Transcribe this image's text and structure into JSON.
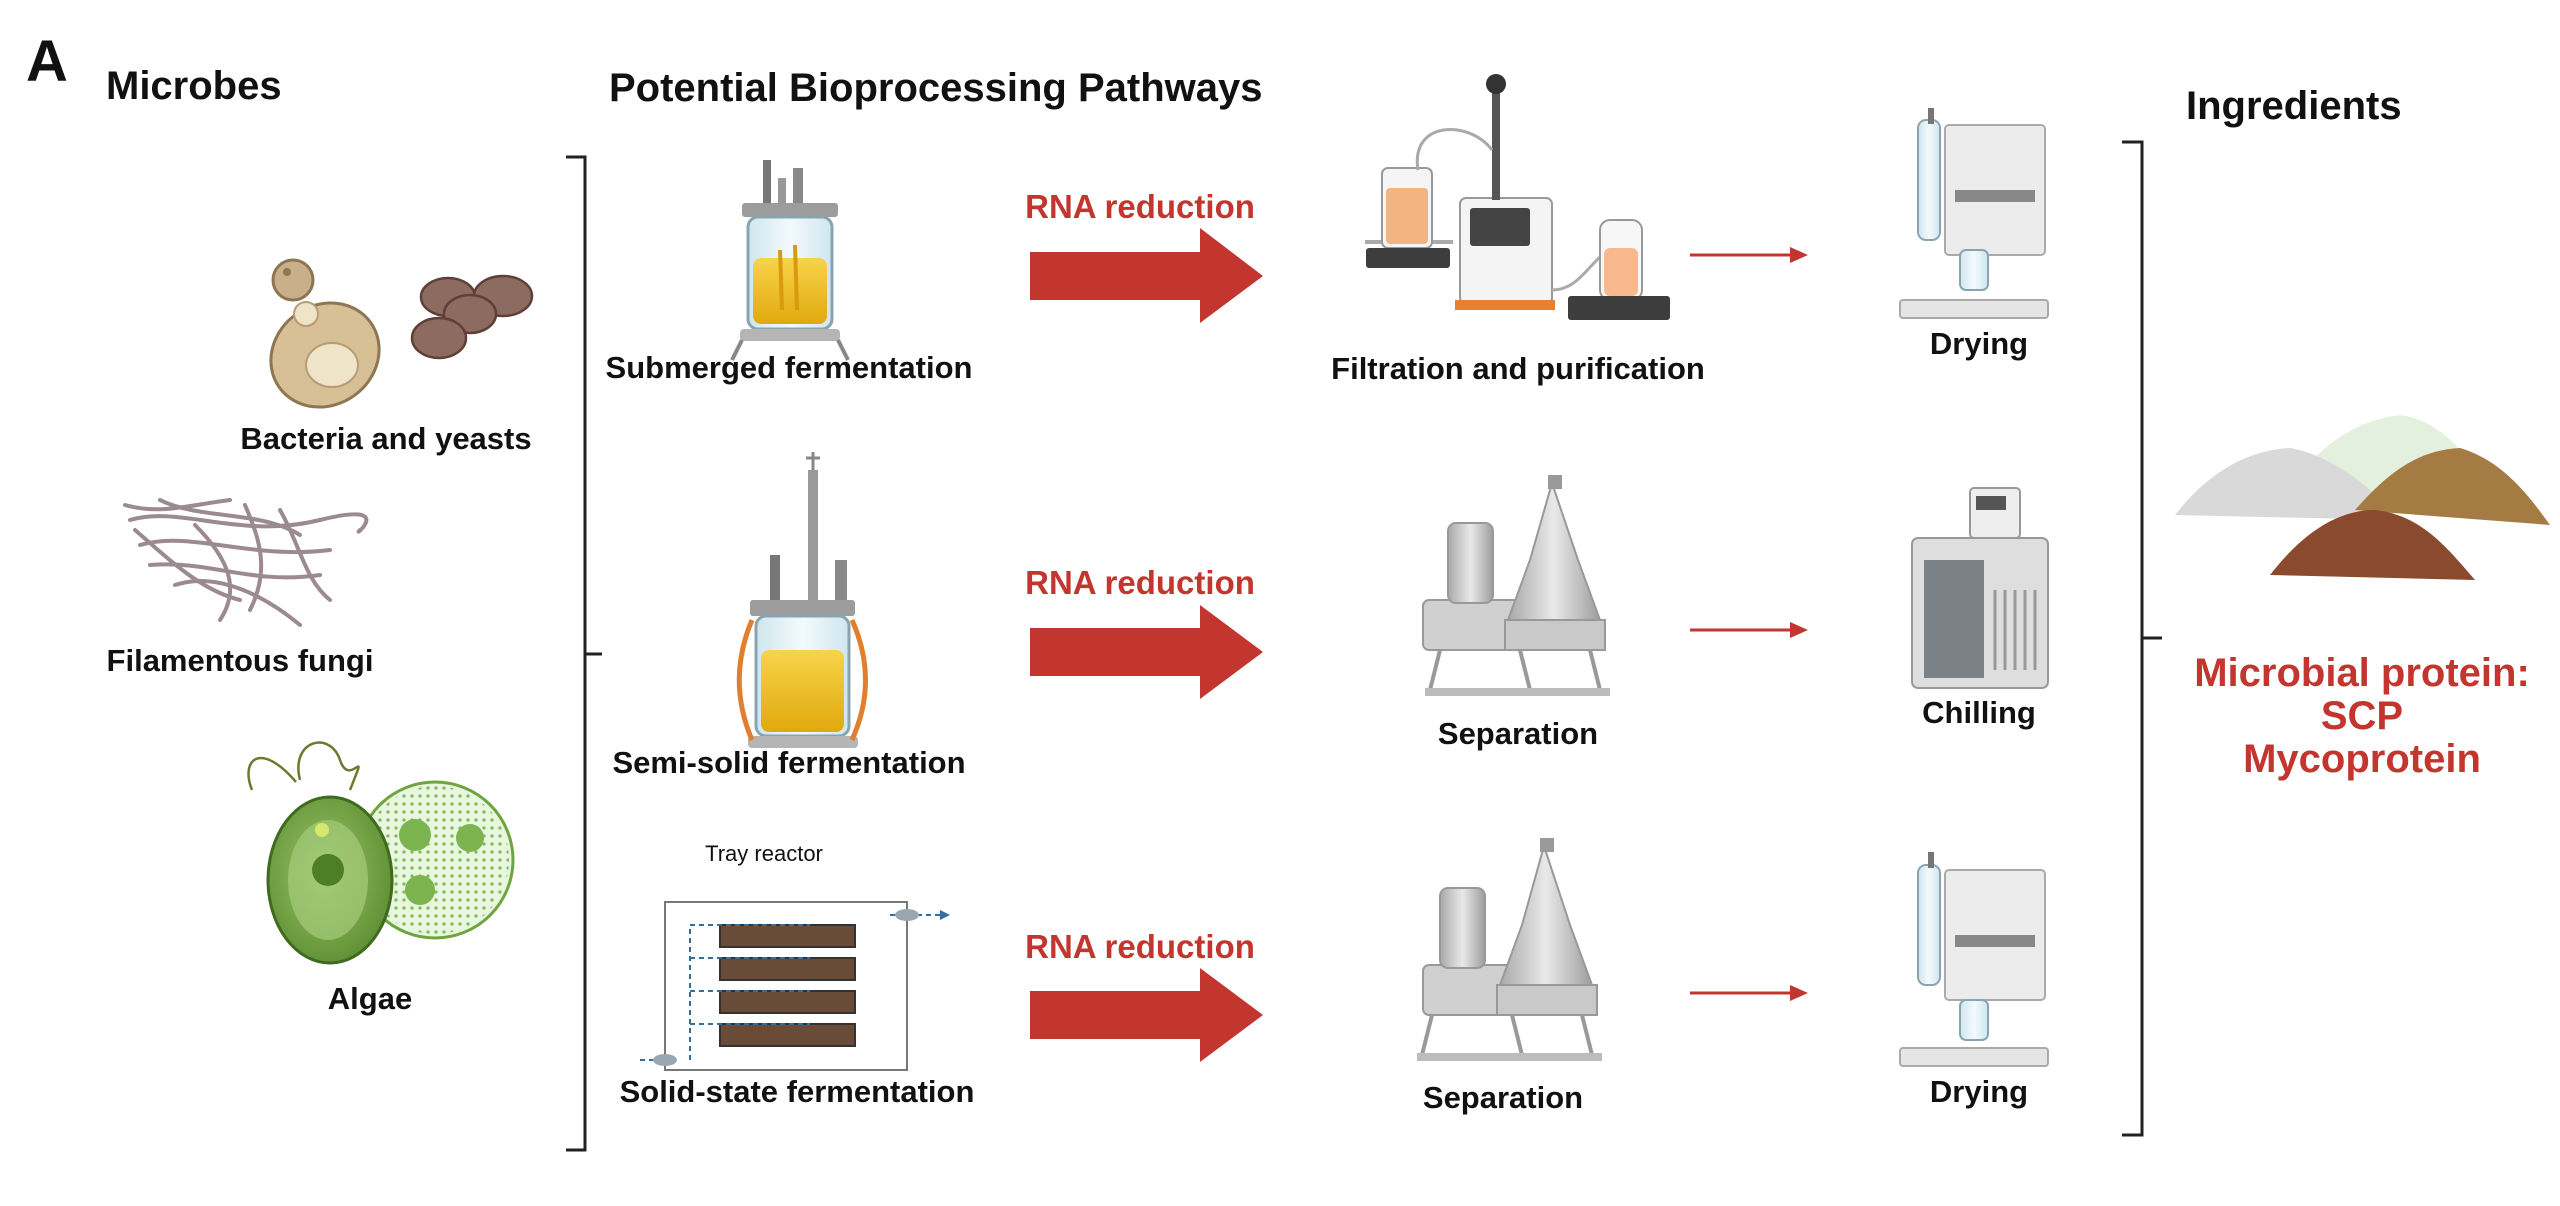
{
  "panel_letter": "A",
  "headers": {
    "microbes": "Microbes",
    "pathways": "Potential Bioprocessing Pathways",
    "ingredients": "Ingredients"
  },
  "microbes": [
    {
      "label": "Bacteria and yeasts"
    },
    {
      "label": "Filamentous fungi"
    },
    {
      "label": "Algae"
    }
  ],
  "rows": [
    {
      "fermentation": "Submerged fermentation",
      "treatment": "RNA reduction",
      "separation": "Filtration and purification",
      "finishing": "Drying"
    },
    {
      "fermentation": "Semi-solid fermentation",
      "treatment": "RNA reduction",
      "separation": "Separation",
      "finishing": "Chilling"
    },
    {
      "fermentation": "Solid-state fermentation",
      "fermentation_note": "Tray reactor",
      "treatment": "RNA reduction",
      "separation": "Separation",
      "finishing": "Drying"
    }
  ],
  "result": {
    "line1": "Microbial protein:",
    "line2": "SCP",
    "line3": "Mycoprotein"
  },
  "colors": {
    "accent_red": "#c2362f",
    "bracket": "#222222"
  }
}
